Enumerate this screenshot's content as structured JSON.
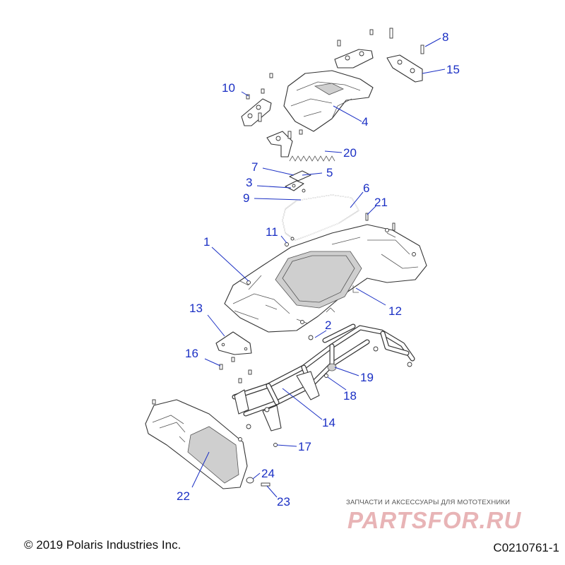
{
  "callouts": [
    {
      "label": "1"
    },
    {
      "label": "2"
    },
    {
      "label": "3"
    },
    {
      "label": "4"
    },
    {
      "label": "5"
    },
    {
      "label": "6"
    },
    {
      "label": "7"
    },
    {
      "label": "8"
    },
    {
      "label": "9"
    },
    {
      "label": "10"
    },
    {
      "label": "11"
    },
    {
      "label": "12"
    },
    {
      "label": "13"
    },
    {
      "label": "14"
    },
    {
      "label": "15"
    },
    {
      "label": "16"
    },
    {
      "label": "17"
    },
    {
      "label": "18"
    },
    {
      "label": "19"
    },
    {
      "label": "20"
    },
    {
      "label": "21"
    },
    {
      "label": "22"
    },
    {
      "label": "23"
    },
    {
      "label": "24"
    }
  ],
  "footer": {
    "copyright": "© 2019 Polaris Industries Inc.",
    "reference": "C0210761-1"
  },
  "watermark": {
    "tagline": "ЗАПЧАСТИ И АКСЕССУАРЫ ДЛЯ МОТОТЕХНИКИ",
    "logo": "PARTSFOR.RU"
  },
  "colors": {
    "callout": "#1a2fc4",
    "line_art": "#333333",
    "watermark": "#e8b4b6"
  }
}
